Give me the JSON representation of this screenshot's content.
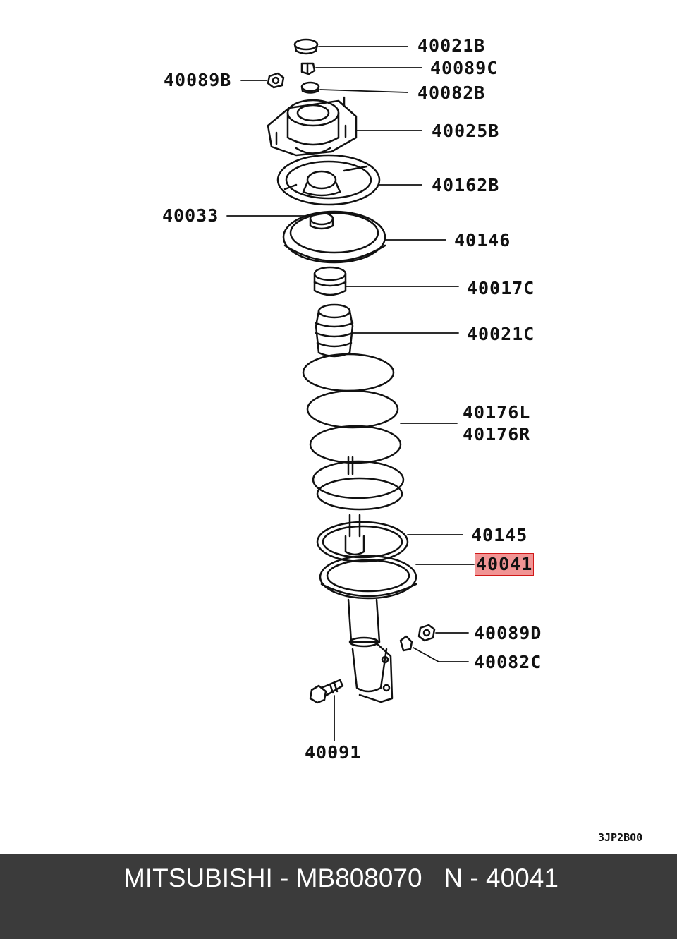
{
  "callouts": {
    "c40021B": "40021B",
    "c40089C": "40089C",
    "c40089B": "40089B",
    "c40082B": "40082B",
    "c40025B": "40025B",
    "c40162B": "40162B",
    "c40033": "40033",
    "c40146": "40146",
    "c40017C": "40017C",
    "c40021C": "40021C",
    "c40176L": "40176L",
    "c40176R": "40176R",
    "c40145": "40145",
    "c40041": "40041",
    "c40089D": "40089D",
    "c40082C": "40082C",
    "c40091": "40091"
  },
  "diagram_code": "3JP2B00",
  "highlight_color": "#e05050",
  "footer": {
    "text": "MITSUBISHI - MB808070   N - 40041"
  }
}
